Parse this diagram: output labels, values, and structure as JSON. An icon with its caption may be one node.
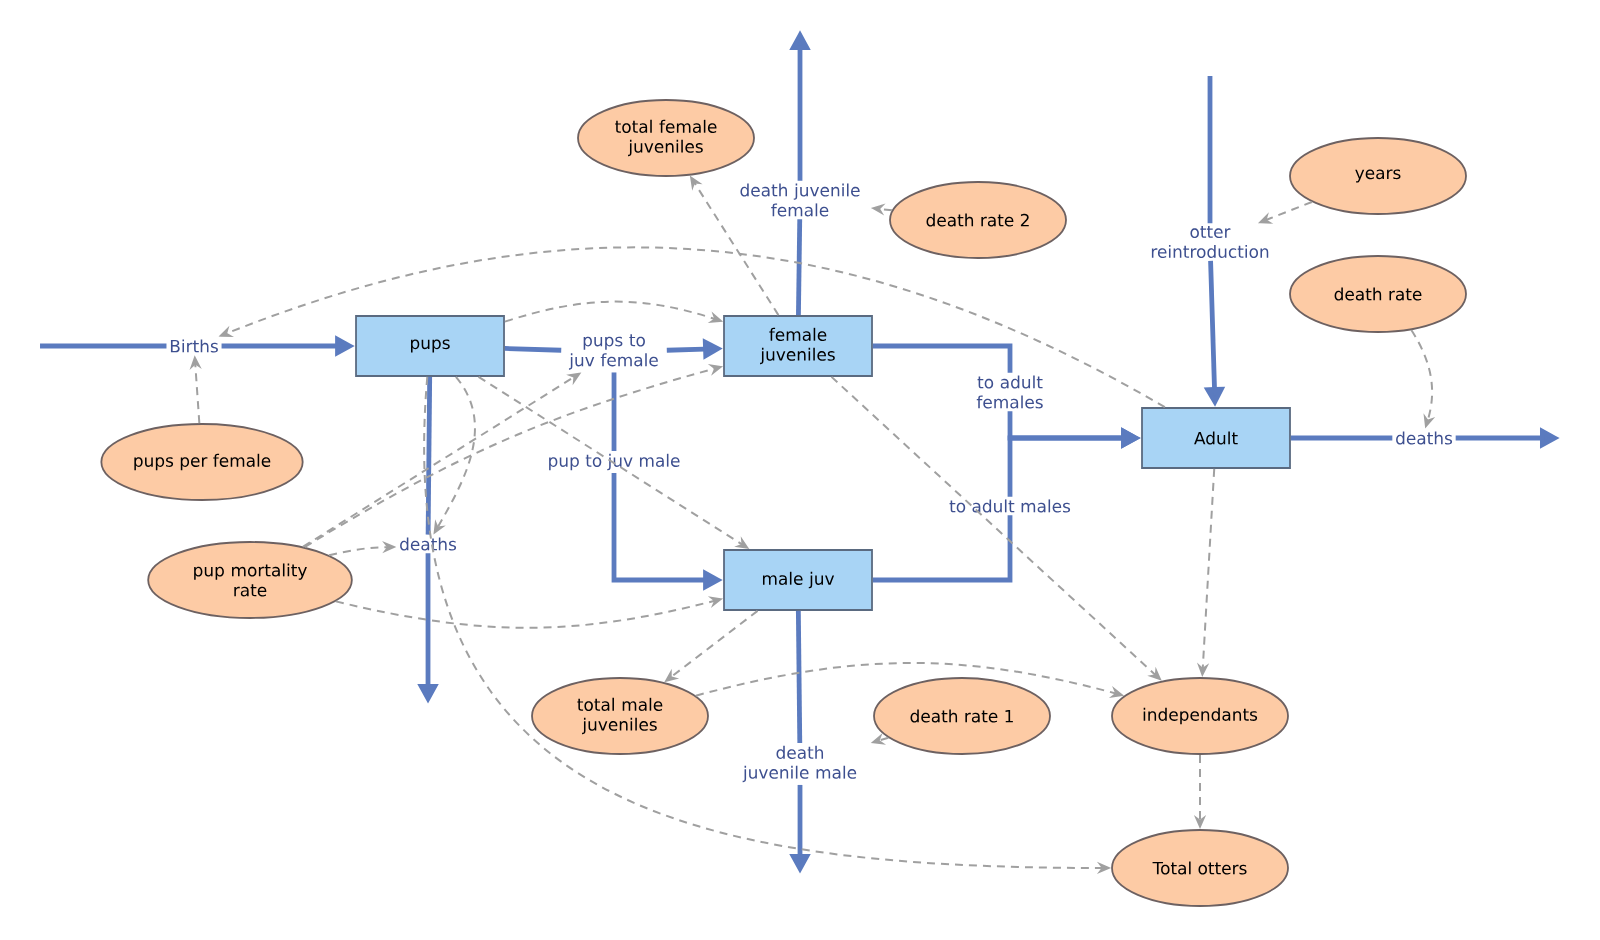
{
  "diagram": {
    "nodes": [
      {
        "text": [
          "pups"
        ]
      },
      {
        "text": [
          "female juveniles"
        ]
      },
      {
        "text": [
          "male juv"
        ]
      },
      {
        "text": [
          "Adult"
        ]
      },
      {
        "text": [
          "total female juveniles"
        ]
      },
      {
        "text": [
          "death rate 2"
        ]
      },
      {
        "text": [
          "years"
        ]
      },
      {
        "text": [
          "death rate"
        ]
      },
      {
        "text": [
          "pups per female"
        ]
      },
      {
        "text": [
          "pup mortality rate"
        ]
      },
      {
        "text": [
          "total male juveniles"
        ]
      },
      {
        "text": [
          "death rate 1"
        ]
      },
      {
        "text": [
          "independants"
        ]
      },
      {
        "text": [
          "Total otters"
        ]
      },
      {
        "text": [
          "Births"
        ]
      },
      {
        "text": [
          "deaths"
        ]
      },
      {
        "text": [
          "pups to juv female"
        ]
      },
      {
        "text": [
          "pup to juv male"
        ]
      },
      {
        "text": [
          "death juvenile female"
        ]
      },
      {
        "text": [
          "to adult females"
        ]
      },
      {
        "text": [
          "to adult males"
        ]
      },
      {
        "text": [
          "death juvenile male"
        ]
      },
      {
        "text": [
          "otter reintroduction"
        ]
      },
      {
        "text": [
          "deaths"
        ]
      }
    ],
    "edges": [
      {
        "from": null,
        "to": 14,
        "arrow": "none",
        "color": "#5b7bbf"
      },
      {
        "from": 14,
        "to": 0,
        "arrow": "to",
        "color": "#5b7bbf"
      },
      {
        "from": 0,
        "to": 15,
        "arrow": "none",
        "color": "#5b7bbf"
      },
      {
        "from": 15,
        "to": null,
        "arrow": "to",
        "color": "#5b7bbf"
      },
      {
        "from": 0,
        "to": 16,
        "arrow": "none",
        "color": "#5b7bbf"
      },
      {
        "from": 16,
        "to": 1,
        "arrow": "to",
        "color": "#5b7bbf"
      },
      {
        "from": 16,
        "to": 17,
        "arrow": "none",
        "color": "#5b7bbf"
      },
      {
        "from": 17,
        "to": 2,
        "arrow": "to",
        "color": "#5b7bbf"
      },
      {
        "from": 1,
        "to": 18,
        "arrow": "none",
        "color": "#5b7bbf"
      },
      {
        "from": 18,
        "to": null,
        "arrow": "to",
        "color": "#5b7bbf"
      },
      {
        "from": 1,
        "to": 19,
        "arrow": "none",
        "color": "#5b7bbf"
      },
      {
        "from": 19,
        "to": 3,
        "arrow": "to",
        "color": "#5b7bbf"
      },
      {
        "from": 2,
        "to": 20,
        "arrow": "none",
        "color": "#5b7bbf"
      },
      {
        "from": 20,
        "to": 3,
        "arrow": "to",
        "color": "#5b7bbf"
      },
      {
        "from": 2,
        "to": 21,
        "arrow": "none",
        "color": "#5b7bbf"
      },
      {
        "from": 21,
        "to": null,
        "arrow": "to",
        "color": "#5b7bbf"
      },
      {
        "from": null,
        "to": 22,
        "arrow": "none",
        "color": "#5b7bbf"
      },
      {
        "from": 22,
        "to": 3,
        "arrow": "to",
        "color": "#5b7bbf"
      },
      {
        "from": 3,
        "to": 23,
        "arrow": "none",
        "color": "#5b7bbf"
      },
      {
        "from": 23,
        "to": null,
        "arrow": "to",
        "color": "#5b7bbf"
      },
      {
        "from": 8,
        "to": 14,
        "arrow": "to",
        "style": "dashed",
        "color": "#a0a0a0"
      },
      {
        "from": 3,
        "to": 14,
        "arrow": "to",
        "style": "dashed",
        "color": "#a0a0a0"
      },
      {
        "from": 0,
        "to": 1,
        "arrow": "to",
        "style": "dashed",
        "color": "#a0a0a0"
      },
      {
        "from": 0,
        "to": 15,
        "arrow": "to",
        "style": "dashed",
        "color": "#a0a0a0"
      },
      {
        "from": 9,
        "to": 15,
        "arrow": "to",
        "style": "dashed",
        "color": "#a0a0a0"
      },
      {
        "from": 9,
        "to": 16,
        "arrow": "to",
        "style": "dashed",
        "color": "#a0a0a0"
      },
      {
        "from": 9,
        "to": 1,
        "arrow": "to",
        "style": "dashed",
        "color": "#a0a0a0"
      },
      {
        "from": 9,
        "to": 2,
        "arrow": "to",
        "style": "dashed",
        "color": "#a0a0a0"
      },
      {
        "from": 0,
        "to": 2,
        "arrow": "to",
        "style": "dashed",
        "color": "#a0a0a0"
      },
      {
        "from": 0,
        "to": 13,
        "arrow": "to",
        "style": "dashed",
        "color": "#a0a0a0"
      },
      {
        "from": 1,
        "to": 4,
        "arrow": "to",
        "style": "dashed",
        "color": "#a0a0a0"
      },
      {
        "from": 5,
        "to": 18,
        "arrow": "to",
        "style": "dashed",
        "color": "#a0a0a0"
      },
      {
        "from": 1,
        "to": 12,
        "arrow": "to",
        "style": "dashed",
        "color": "#a0a0a0"
      },
      {
        "from": 3,
        "to": 12,
        "arrow": "to",
        "style": "dashed",
        "color": "#a0a0a0"
      },
      {
        "from": 2,
        "to": 10,
        "arrow": "to",
        "style": "dashed",
        "color": "#a0a0a0"
      },
      {
        "from": 10,
        "to": 12,
        "arrow": "to",
        "style": "dashed",
        "color": "#a0a0a0"
      },
      {
        "from": 11,
        "to": 21,
        "arrow": "to",
        "style": "dashed",
        "color": "#a0a0a0"
      },
      {
        "from": 6,
        "to": 22,
        "arrow": "to",
        "style": "dashed",
        "color": "#a0a0a0"
      },
      {
        "from": 7,
        "to": 23,
        "arrow": "to",
        "style": "dashed",
        "color": "#a0a0a0"
      },
      {
        "from": 12,
        "to": 13,
        "arrow": "to",
        "style": "dashed",
        "color": "#a0a0a0"
      }
    ]
  }
}
